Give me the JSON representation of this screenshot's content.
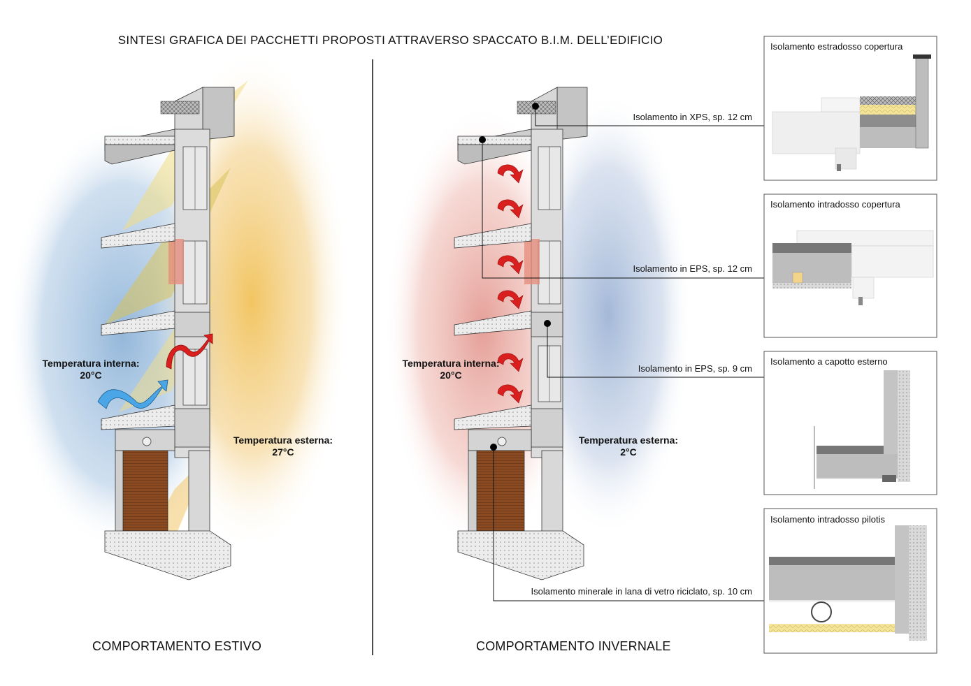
{
  "title": "SINTESI GRAFICA DEI PACCHETTI PROPOSTI ATTRAVERSO SPACCATO B.I.M. DELL’EDIFICIO",
  "summer": {
    "caption": "COMPORTAMENTO ESTIVO",
    "internal_label": "Temperatura interna:",
    "internal_value": "20°C",
    "external_label": "Temperatura esterna:",
    "external_value": "27°C"
  },
  "winter": {
    "caption": "COMPORTAMENTO INVERNALE",
    "internal_label": "Temperatura interna:",
    "internal_value": "20°C",
    "external_label": "Temperatura esterna:",
    "external_value": "2°C"
  },
  "callouts": {
    "xps": "Isolamento in XPS, sp. 12 cm",
    "eps12": "Isolamento in EPS, sp. 12 cm",
    "eps9": "Isolamento in EPS, sp. 9 cm",
    "mineral": "Isolamento minerale in lana di vetro riciclato, sp. 10 cm"
  },
  "panels": {
    "p1": "Isolamento estradosso copertura",
    "p2": "Isolamento intradosso copertura",
    "p3": "Isolamento a capotto esterno",
    "p4": "Isolamento intradosso pilotis"
  },
  "colors": {
    "warm": "#e9b94e",
    "cool": "#8fb4d8",
    "heat_red": "#d9201f",
    "air_blue": "#4aa6e6",
    "concrete": "#b9b9b9",
    "insulation": "#f3e49a",
    "brick": "#8a4a22"
  }
}
